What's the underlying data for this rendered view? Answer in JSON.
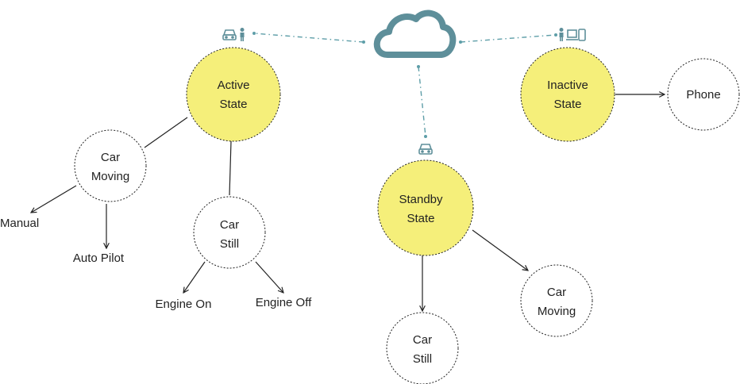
{
  "colors": {
    "state_fill": "#f5ef7a",
    "cloud": "#5e8f9a",
    "icon": "#5e8f9a",
    "dash_link": "#5e9ea8",
    "edge": "#222222",
    "node_stroke": "#222222"
  },
  "cloud": {
    "icon": "cloud-icon"
  },
  "nodes": {
    "active": {
      "line1": "Active",
      "line2": "State",
      "icons": [
        "car-icon",
        "person-icon"
      ]
    },
    "standby": {
      "line1": "Standby",
      "line2": "State",
      "icons": [
        "car-icon"
      ]
    },
    "inactive": {
      "line1": "Inactive",
      "line2": "State",
      "icons": [
        "person-icon",
        "laptop-icon",
        "phone-icon"
      ]
    },
    "car_moving_left": {
      "line1": "Car",
      "line2": "Moving"
    },
    "car_still_left": {
      "line1": "Car",
      "line2": "Still"
    },
    "car_still_bottom": {
      "line1": "Car",
      "line2": "Still"
    },
    "car_moving_right": {
      "line1": "Car",
      "line2": "Moving"
    },
    "phone": {
      "label": "Phone"
    }
  },
  "leaves": {
    "manual": "Manual",
    "autopilot": "Auto Pilot",
    "engine_on": "Engine On",
    "engine_off": "Engine Off"
  }
}
